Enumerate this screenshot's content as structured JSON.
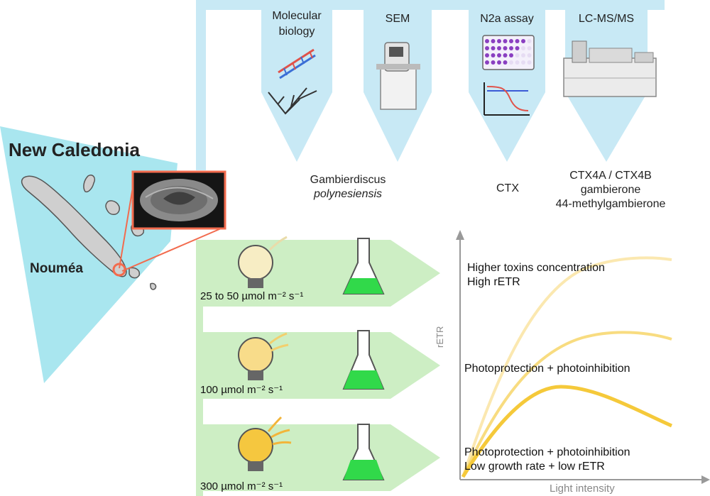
{
  "map": {
    "title": "New Caledonia",
    "city": "Nouméa"
  },
  "techniques": [
    {
      "label_line1": "Molecular",
      "label_line2": "biology",
      "icon": "dna-phylogeny-icon"
    },
    {
      "label_line1": "SEM",
      "label_line2": "",
      "icon": "microscope-icon"
    },
    {
      "label_line1": "N2a assay",
      "label_line2": "",
      "icon": "microplate-curve-icon"
    },
    {
      "label_line1": "LC-MS/MS",
      "label_line2": "",
      "icon": "mass-spectrometer-icon"
    }
  ],
  "results": {
    "species_line1": "Gambierdiscus",
    "species_line2": "polynesiensis",
    "ctx": "CTX",
    "toxins_line1": "CTX4A / CTX4B",
    "toxins_line2": "gambierone",
    "toxins_line3": "44-methylgambierone"
  },
  "light_conditions": [
    {
      "intensity": "25 to 50 µmol m⁻² s⁻¹",
      "bulb_color": "#f7edc4"
    },
    {
      "intensity": "100 µmol m⁻² s⁻¹",
      "bulb_color": "#f8dc8a"
    },
    {
      "intensity": "300 µmol m⁻² s⁻¹",
      "bulb_color": "#f5c73f"
    }
  ],
  "chart_data": {
    "type": "line",
    "xlabel": "Light intensity",
    "ylabel": "rETR",
    "grid": false,
    "series": [
      {
        "color": "#fbe8b0"
      },
      {
        "color": "#f8dc80"
      },
      {
        "color": "#f5c93a"
      }
    ],
    "annotations": [
      {
        "line1": "Higher toxins concentration",
        "line2": "High rETR"
      },
      {
        "line1": "Photoprotection + photoinhibition",
        "line2": ""
      },
      {
        "line1": "Photoprotection + photoinhibition",
        "line2": "Low growth rate + low rETR"
      }
    ]
  },
  "colors": {
    "light_blue": "#c8e9f5",
    "cyan_map": "#a9e6ef",
    "light_green": "#cdeec4",
    "flask_green": "#31d94a",
    "callout_red": "#f26b4e"
  }
}
